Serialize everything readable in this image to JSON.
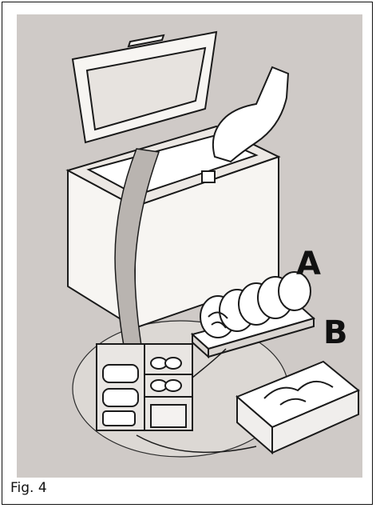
{
  "figure": {
    "caption": "Fig. 4",
    "label_a": "A",
    "label_b": "B"
  },
  "colors": {
    "background_panel": "#cfcac7",
    "outline": "#1a1a1a",
    "freezer_body": "#f7f5f2",
    "shading": "#b9b4b0"
  }
}
